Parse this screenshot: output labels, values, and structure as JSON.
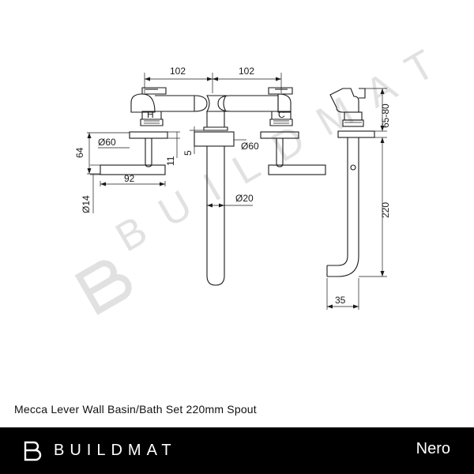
{
  "watermark": {
    "text": "BUILDMAT"
  },
  "dimensions": {
    "left_width": "102",
    "right_width": "102",
    "plate_left_dia": "Ø60",
    "plate_center_dia": "Ø60",
    "depth_64": "64",
    "offset_11": "11",
    "offset_5": "5",
    "lever_length": "92",
    "lever_dia": "Ø14",
    "spout_dia": "Ø20",
    "handle_range": "65-80",
    "spout_length": "220",
    "spout_projection": "35"
  },
  "labels": {
    "hot": "H",
    "cold": "C"
  },
  "caption": "Mecca Lever Wall Basin/Bath Set 220mm Spout",
  "footer": {
    "brand": "BUILDMAT",
    "maker": "Nero",
    "background": "#000000"
  }
}
